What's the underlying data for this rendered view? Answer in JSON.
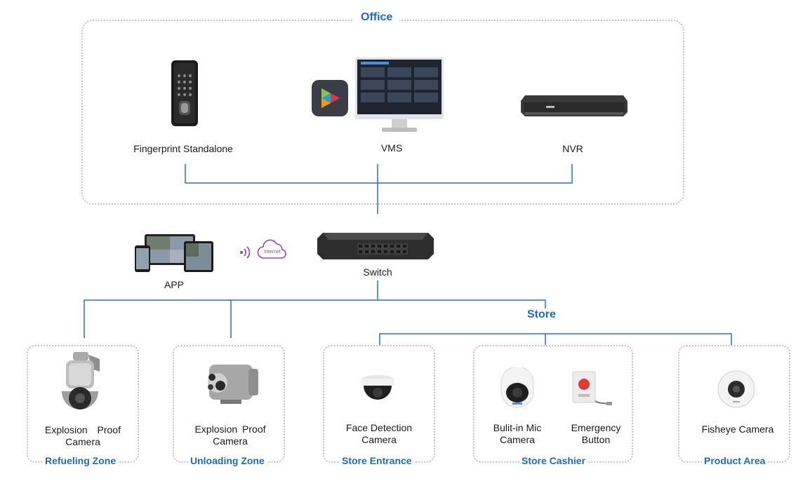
{
  "office": {
    "title": "Office",
    "fingerprint_label": "Fingerprint Standalone",
    "vms_label": "VMS",
    "nvr_label": "NVR"
  },
  "middle": {
    "app_label": "APP",
    "internet_label": "Internet",
    "switch_label": "Switch",
    "store_title": "Store"
  },
  "zones": [
    {
      "device": "Explosion  Proof Camera",
      "zone": "Refueling Zone"
    },
    {
      "device": "Explosion  Proof Camera",
      "zone": "Unloading Zone"
    },
    {
      "device": "Face Detection Camera",
      "zone": "Store Entrance"
    },
    {
      "device": "Bulit-in Mic Camera",
      "device2": "Emergency Button",
      "zone": "Store Cashier"
    },
    {
      "device": "Fisheye Camera",
      "zone": "Product Area"
    }
  ],
  "colors": {
    "line": "#2f6fb3",
    "zone_text": "#1f6bb8",
    "border": "#c3c3c3",
    "wifi": "#8a4fb8"
  }
}
